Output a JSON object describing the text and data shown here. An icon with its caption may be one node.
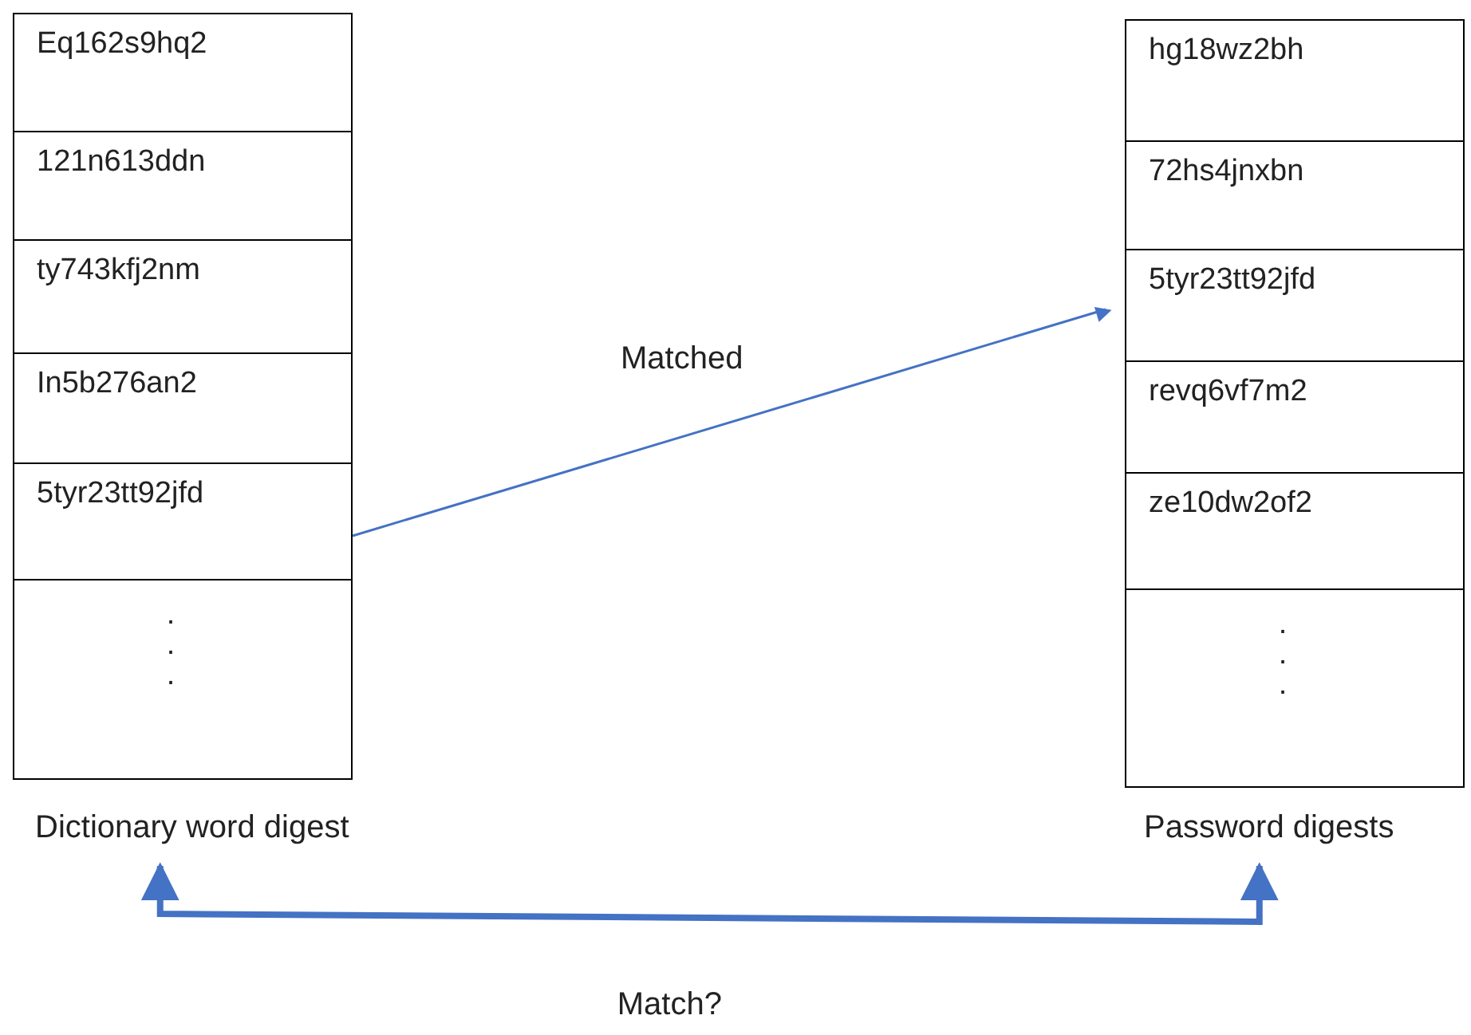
{
  "diagram": {
    "nodes": [
      {
        "text": [
          "Dictionary word digest"
        ]
      },
      {
        "text": [
          "Eq162s9hq2"
        ],
        "in": 0
      },
      {
        "text": [
          "121n613ddn"
        ],
        "in": 0
      },
      {
        "text": [
          "ty743kfj2nm"
        ],
        "in": 0
      },
      {
        "text": [
          "In5b276an2"
        ],
        "in": 0
      },
      {
        "text": [
          "5tyr23tt92jfd"
        ],
        "in": 0
      },
      {
        "text": [
          ". . ."
        ],
        "in": 0
      },
      {
        "text": [
          "Password digests"
        ]
      },
      {
        "text": [
          "hg18wz2bh"
        ],
        "in": 7
      },
      {
        "text": [
          "72hs4jnxbn"
        ],
        "in": 7
      },
      {
        "text": [
          "5tyr23tt92jfd"
        ],
        "in": 7
      },
      {
        "text": [
          "revq6vf7m2"
        ],
        "in": 7
      },
      {
        "text": [
          "ze10dw2of2"
        ],
        "in": 7
      },
      {
        "text": [
          ". . ."
        ],
        "in": 7
      }
    ],
    "edges": [
      {
        "from": 5,
        "to": 10,
        "arrow": "to",
        "label": "Matched"
      },
      {
        "from": 0,
        "to": 7,
        "arrow": "both",
        "label": "Match?",
        "style": "thick"
      }
    ]
  }
}
